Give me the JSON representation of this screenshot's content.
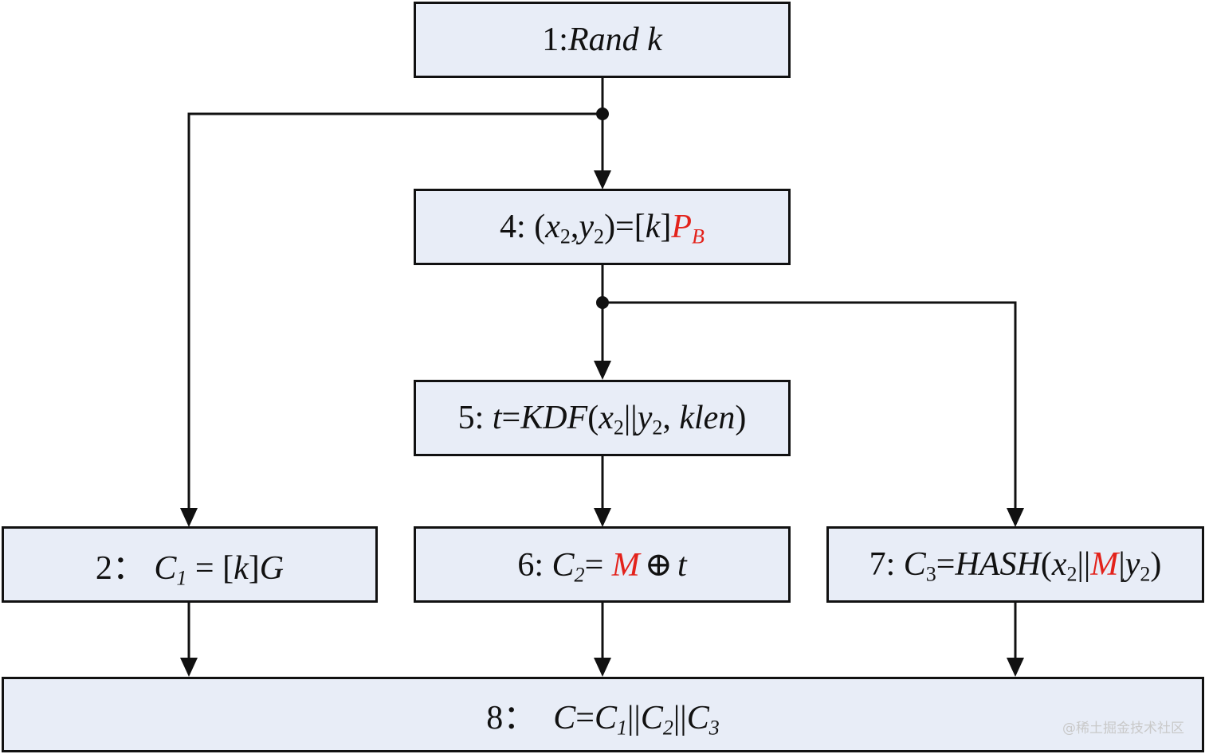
{
  "boxes": {
    "b1": {
      "num": "1:",
      "term": "Rand k"
    },
    "b4": {
      "num": "4: ",
      "x": "x",
      "y": "y",
      "sub2": "2",
      "open": "(",
      "comma": ",",
      "close": ")=[",
      "k": "k",
      "bracket": "]",
      "p": "P",
      "b": "B"
    },
    "b5": {
      "num": "5: ",
      "t": "t",
      "eq": "=",
      "kdf": "KDF",
      "open": "(",
      "x": "x",
      "sub2": "2",
      "bars": "||",
      "y": "y",
      "sep": ", ",
      "klen": "klen",
      "close": ")"
    },
    "b2": {
      "num": "2：",
      "c": "C",
      "sub1": "1",
      "eq": " = [",
      "k": "k",
      "close": "]",
      "g": "G"
    },
    "b6": {
      "num": "6: ",
      "c": "C",
      "sub2": "2",
      "eq": "= ",
      "m": "M",
      "xor": "⊕",
      "t": "t"
    },
    "b7": {
      "num": "7: ",
      "c": "C",
      "sub3": "3",
      "eq": "=",
      "hash": "HASH",
      "open": "(",
      "x": "x",
      "sub2": "2",
      "bars": "||",
      "m": "M",
      "bar": "|",
      "y": "y",
      "close": ")"
    },
    "b8": {
      "num": "8：",
      "c": "C",
      "eq": "=",
      "c1": "C",
      "sub1": "1",
      "bars": "||",
      "c2": "C",
      "sub2": "2",
      "c3": "C",
      "sub3": "3"
    }
  },
  "watermark": "@稀土掘金技术社区",
  "colors": {
    "box_fill": "#e8edf7",
    "highlight": "#e3221b",
    "stroke": "#111111"
  }
}
